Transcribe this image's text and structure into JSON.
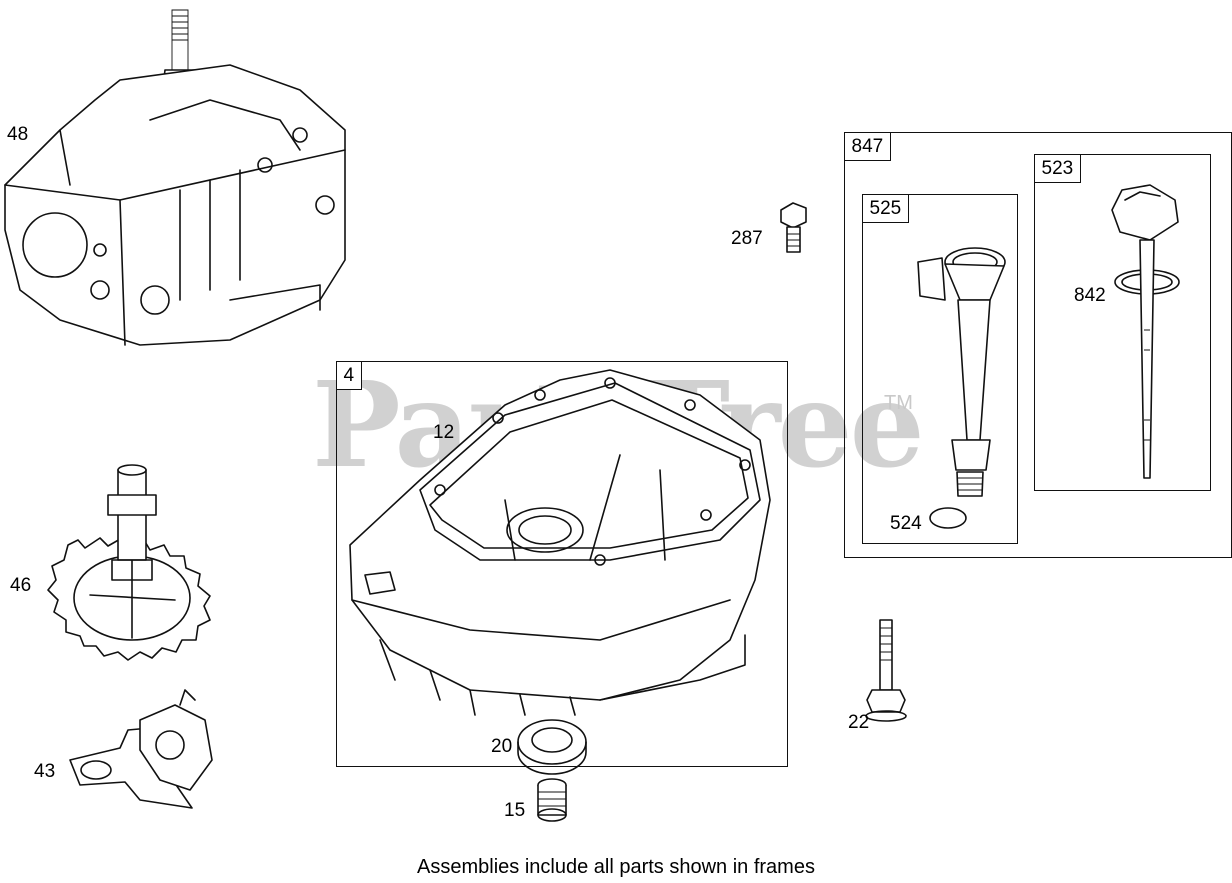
{
  "watermark": {
    "brand": "PartsTree",
    "trademark": "TM"
  },
  "frames": {
    "f847": "847",
    "f525": "525",
    "f523": "523",
    "f4": "4"
  },
  "callouts": {
    "p48": "48",
    "p287": "287",
    "p842": "842",
    "p12": "12",
    "p524": "524",
    "p46": "46",
    "p22": "22",
    "p20": "20",
    "p43": "43",
    "p15": "15"
  },
  "caption": "Assemblies include all parts shown in frames"
}
